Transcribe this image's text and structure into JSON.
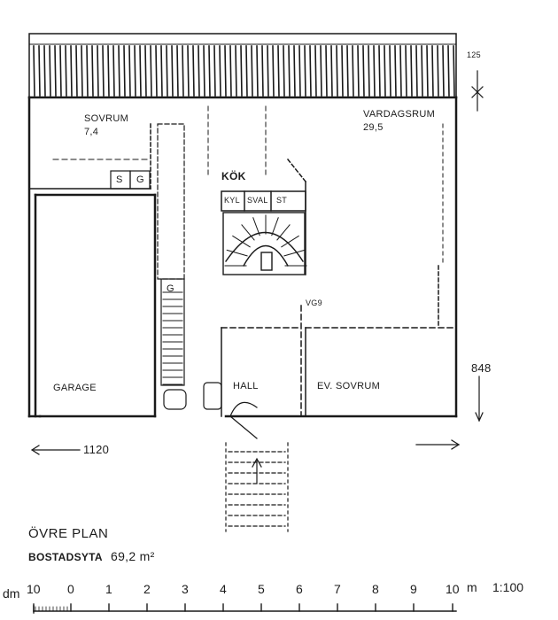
{
  "rooms": {
    "sovrum": {
      "name": "SOVRUM",
      "area": "7,4"
    },
    "vardagsrum": {
      "name": "VARDAGSRUM",
      "area": "29,5"
    },
    "kok": {
      "name": "KÖK"
    },
    "kyl": "KYL",
    "sval": "SVAL",
    "st": "ST",
    "garage": "GARAGE",
    "hall": "HALL",
    "ev_sovrum": "EV. SOVRUM",
    "s": "S",
    "g1": "G",
    "g2": "G"
  },
  "annotations": {
    "vg": "VG9",
    "dim_width": "1120",
    "dim_depth": "848",
    "corner_mark": "125"
  },
  "footer": {
    "title": "ÖVRE PLAN",
    "area_label": "BOSTADSYTA",
    "area_value": "69,2 m²",
    "unit_left": "dm",
    "unit_right": "m",
    "scale_ratio": "1:100",
    "ticks": [
      "10",
      "0",
      "1",
      "2",
      "3",
      "4",
      "5",
      "6",
      "7",
      "8",
      "9",
      "10"
    ]
  }
}
